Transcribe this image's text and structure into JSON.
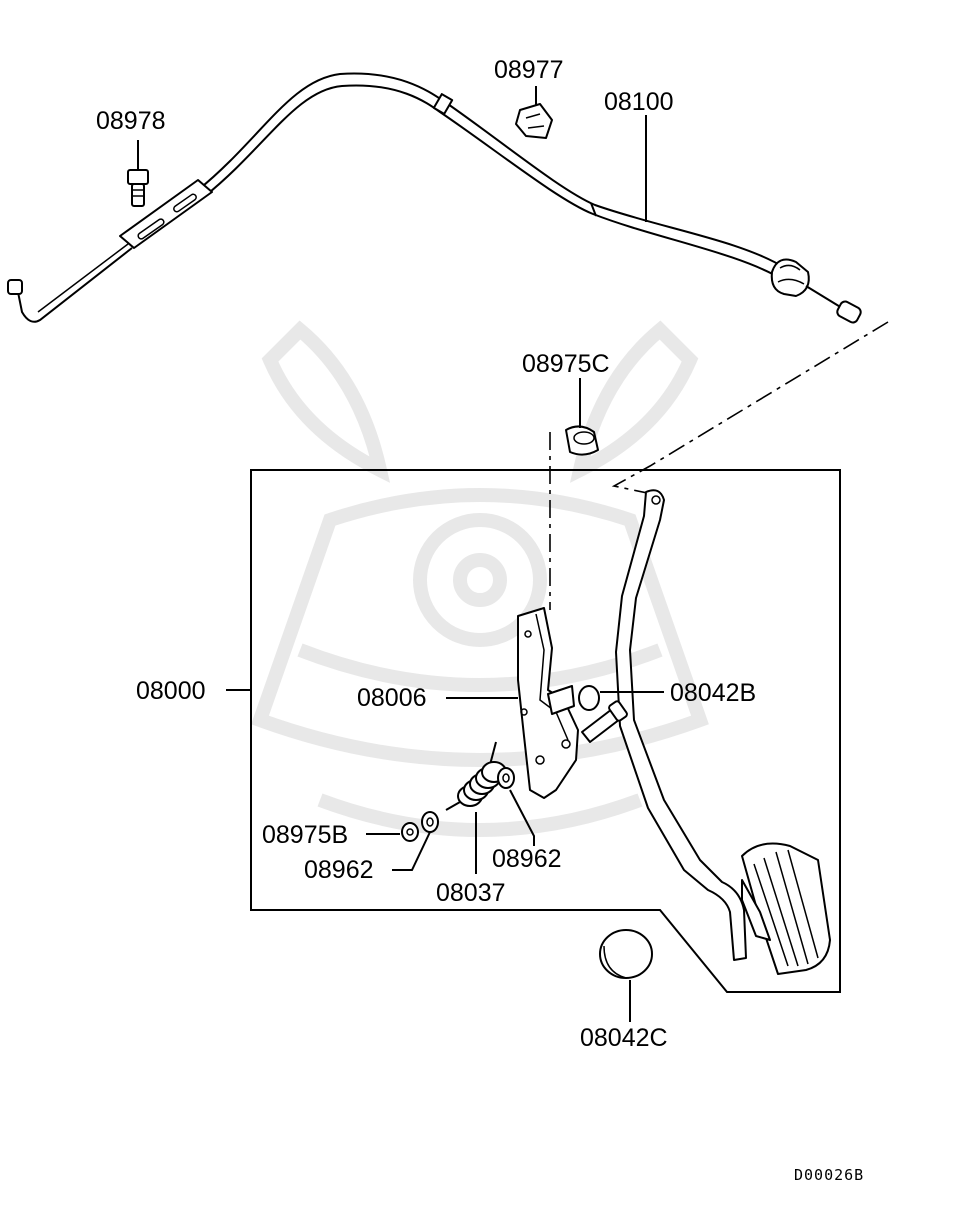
{
  "diagram": {
    "diagram_code": "D00026B",
    "parts": {
      "p08978": "08978",
      "p08977": "08977",
      "p08100": "08100",
      "p08975C": "08975C",
      "p08000": "08000",
      "p08006": "08006",
      "p08042B": "08042B",
      "p08975B": "08975B",
      "p08962_left": "08962",
      "p08962_right": "08962",
      "p08037": "08037",
      "p08042C": "08042C"
    }
  }
}
